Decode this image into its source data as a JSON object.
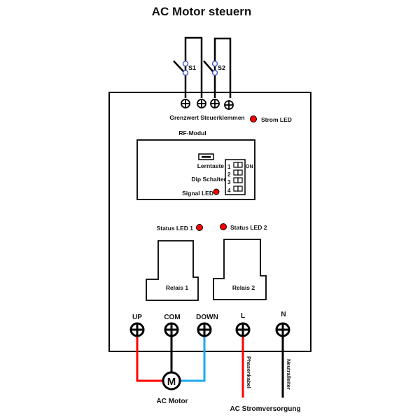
{
  "title": "AC Motor steuern",
  "switches": [
    {
      "label": "S1"
    },
    {
      "label": "S2"
    }
  ],
  "control_terminals_label": "Grenzwert Steuerklemmen",
  "power_led_label": "Strom LED",
  "rf_module": {
    "label": "RF-Modul",
    "learn_button_label": "Lerntaste",
    "dip_switch_label": "Dip Schalter",
    "signal_led_label": "Signal LED",
    "dip_numbers": [
      "1",
      "2",
      "3",
      "4"
    ],
    "dip_on_label": "ON"
  },
  "status_leds": [
    {
      "label": "Status LED 1"
    },
    {
      "label": "Status LED 2"
    }
  ],
  "relays": [
    {
      "label": "Relais 1"
    },
    {
      "label": "Relais 2"
    }
  ],
  "terminals": [
    {
      "label": "UP",
      "wire_color": "#ff0000"
    },
    {
      "label": "COM",
      "wire_color": "#000000"
    },
    {
      "label": "DOWN",
      "wire_color": "#1eaaf1"
    },
    {
      "label": "L",
      "wire_color": "#ff0000"
    },
    {
      "label": "N",
      "wire_color": "#000000"
    }
  ],
  "motor": {
    "symbol": "M",
    "label": "AC Motor"
  },
  "wires": {
    "phase_label": "Phasenkabel",
    "neutral_label": "Neutralleiter"
  },
  "power_supply_label": "AC Stromversorgung",
  "colors": {
    "led": "#ff0000",
    "line": "#000000",
    "red_wire": "#ff0000",
    "blue_wire": "#1eaaf1"
  }
}
